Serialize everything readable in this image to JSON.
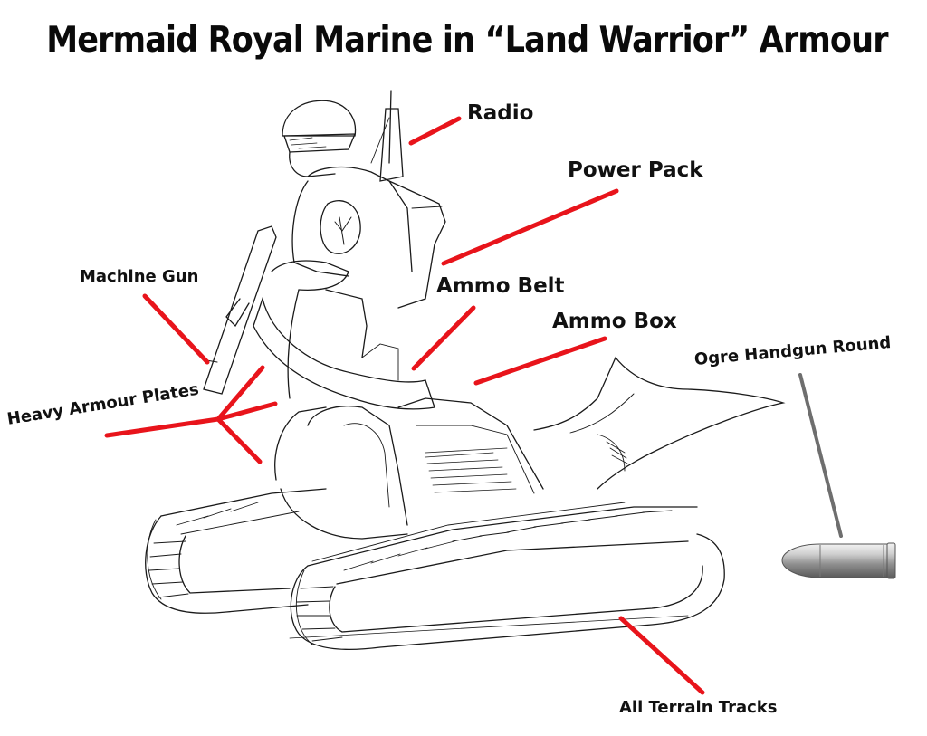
{
  "title": "Mermaid Royal Marine in “Land Warrior” Armour",
  "labels": {
    "radio": "Radio",
    "power_pack": "Power Pack",
    "machine_gun": "Machine Gun",
    "ammo_belt": "Ammo Belt",
    "ammo_box": "Ammo Box",
    "heavy_armour_plates": "Heavy Armour Plates",
    "ogre_handgun_round": "Ogre Handgun Round",
    "all_terrain_tracks": "All Terrain Tracks"
  },
  "colors": {
    "leader_line": "#e8141b",
    "bullet_leader_line": "#6e6e6e",
    "sketch": "#1a1a1a",
    "background": "#ffffff"
  }
}
